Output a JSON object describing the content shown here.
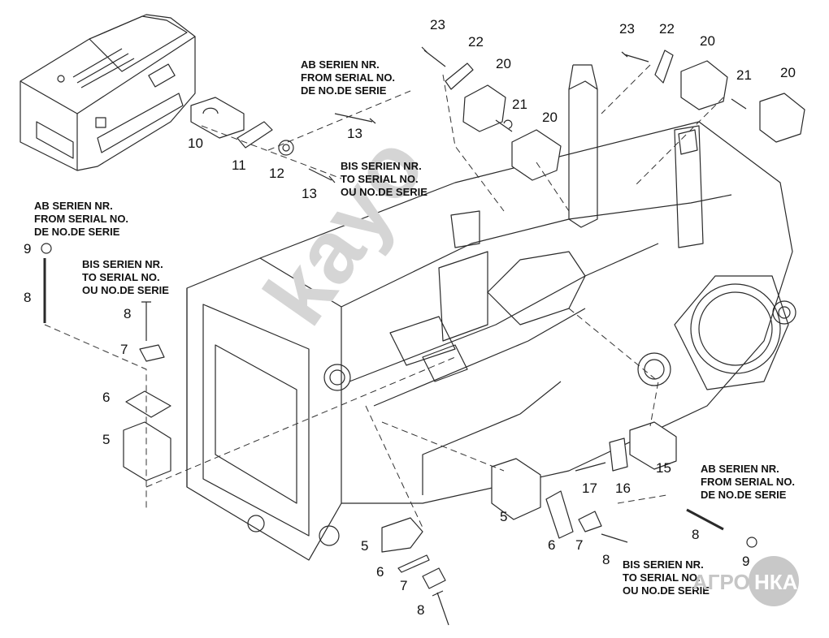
{
  "parts": {
    "p23a": "23",
    "p22a": "22",
    "p20a": "20",
    "p21a": "21",
    "p20b": "20",
    "p23b": "23",
    "p22b": "22",
    "p20c": "20",
    "p21b": "21",
    "p20d": "20",
    "p10": "10",
    "p11": "11",
    "p12": "12",
    "p13a": "13",
    "p13b": "13",
    "p9a": "9",
    "p8a": "8",
    "p8b": "8",
    "p7a": "7",
    "p6a": "6",
    "p5a": "5",
    "p5b": "5",
    "p6b": "6",
    "p7b": "7",
    "p8c": "8",
    "p5c": "5",
    "p6c": "6",
    "p7c": "7",
    "p8d": "8",
    "p15": "15",
    "p16": "16",
    "p17": "17",
    "p8e": "8",
    "p9b": "9"
  },
  "notes": {
    "from_top": [
      "AB SERIEN NR.",
      "FROM SERIAL NO.",
      "DE NO.DE SERIE"
    ],
    "to_top": [
      "BIS SERIEN NR.",
      "TO SERIAL NO.",
      "OU NO.DE SERIE"
    ],
    "from_left": [
      "AB SERIEN NR.",
      "FROM SERIAL NO.",
      "DE NO.DE SERIE"
    ],
    "to_left": [
      "BIS SERIEN NR.",
      "TO SERIAL NO.",
      "OU NO.DE SERIE"
    ],
    "from_right": [
      "AB SERIEN NR.",
      "FROM SERIAL NO.",
      "DE NO.DE SERIE"
    ],
    "to_right": [
      "BIS SERIEN NR.",
      "TO SERIAL NO.",
      "OU NO.DE SERIE"
    ]
  },
  "watermark": {
    "text": "kayo"
  },
  "logo": {
    "left_text": "АГРО",
    "right_text": "НКА"
  },
  "colors": {
    "line": "#2a2a2a",
    "watermark": "#d5d5d5",
    "logo": "#c6c6c6"
  }
}
